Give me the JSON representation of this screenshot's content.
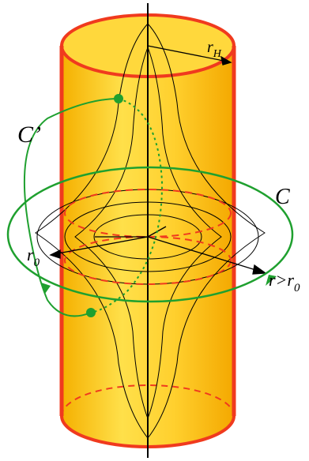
{
  "colors": {
    "cylinder_fill": "#FFD23A",
    "cylinder_shade": "#F4B400",
    "cylinder_edge": "#F03A1E",
    "curve": "#1FA02F",
    "lines": "#000000"
  },
  "labels": {
    "r_h": "r",
    "r_h_sub": "H",
    "c_prime": "C’",
    "c": "C",
    "r0": "r",
    "r0_sub": "0",
    "r_gt": "r>r",
    "r_gt_sub": "0"
  }
}
